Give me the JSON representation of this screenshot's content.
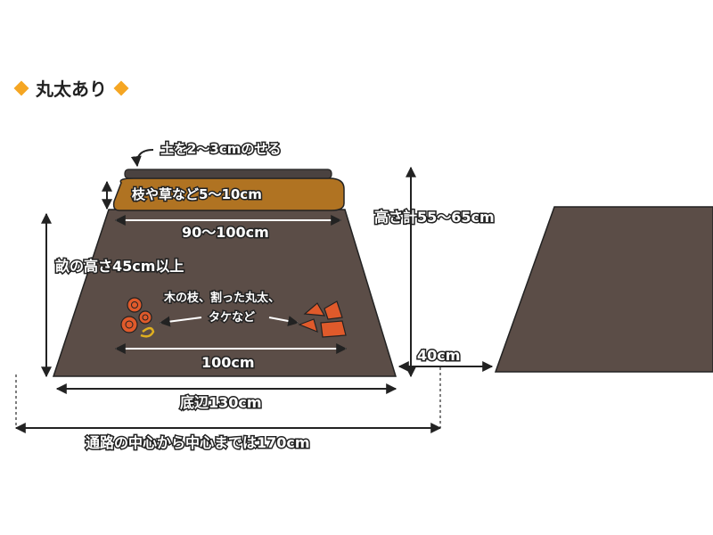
{
  "heading": {
    "text": "丸太あり"
  },
  "colors": {
    "mound": "#5b4d47",
    "branch_layer": "#b07322",
    "soil": "#4a4240",
    "accent": "#f5a623",
    "line": "#222222",
    "log_red": "#e05a2b",
    "log_yellow": "#e0b020"
  },
  "labels": {
    "soil_top": "土を2〜3cmのせる",
    "branch_layer": "枝や草など5〜10cm",
    "top_width": "90〜100cm",
    "ridge_height": "畝の高さ45cm以上",
    "materials_line1": "木の枝、割った丸太、",
    "materials_line2": "タケなど",
    "inner_width": "100cm",
    "base_width": "底辺130cm",
    "total_height": "高さ計55〜65cm",
    "gap": "40cm",
    "center_distance": "通路の中心から中心までは170cm"
  },
  "icons": [
    "log-rounds-icon",
    "split-log-pieces-icon"
  ]
}
